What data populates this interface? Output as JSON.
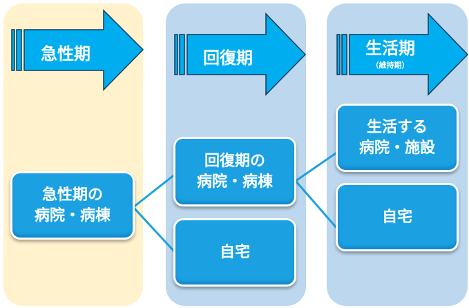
{
  "phases": [
    {
      "title": "急性期",
      "sub": ""
    },
    {
      "title": "回復期",
      "sub": ""
    },
    {
      "title": "生活期",
      "sub": "（維持期）"
    }
  ],
  "boxes": {
    "acute_hospital": "急性期の病院・病棟",
    "acute_hospital_l1": "急性期の",
    "acute_hospital_l2": "病院・病棟",
    "recovery_hospital_l1": "回復期の",
    "recovery_hospital_l2": "病院・病棟",
    "recovery_home": "自宅",
    "living_facility_l1": "生活する",
    "living_facility_l2": "病院・施設",
    "living_home": "自宅"
  },
  "colors": {
    "acute_bg": "#FFF2CC",
    "phase_bg": "#BDD7EE",
    "arrow": "#00AEEF",
    "box": "#1BA1E2",
    "line": "#1BA1E2"
  }
}
